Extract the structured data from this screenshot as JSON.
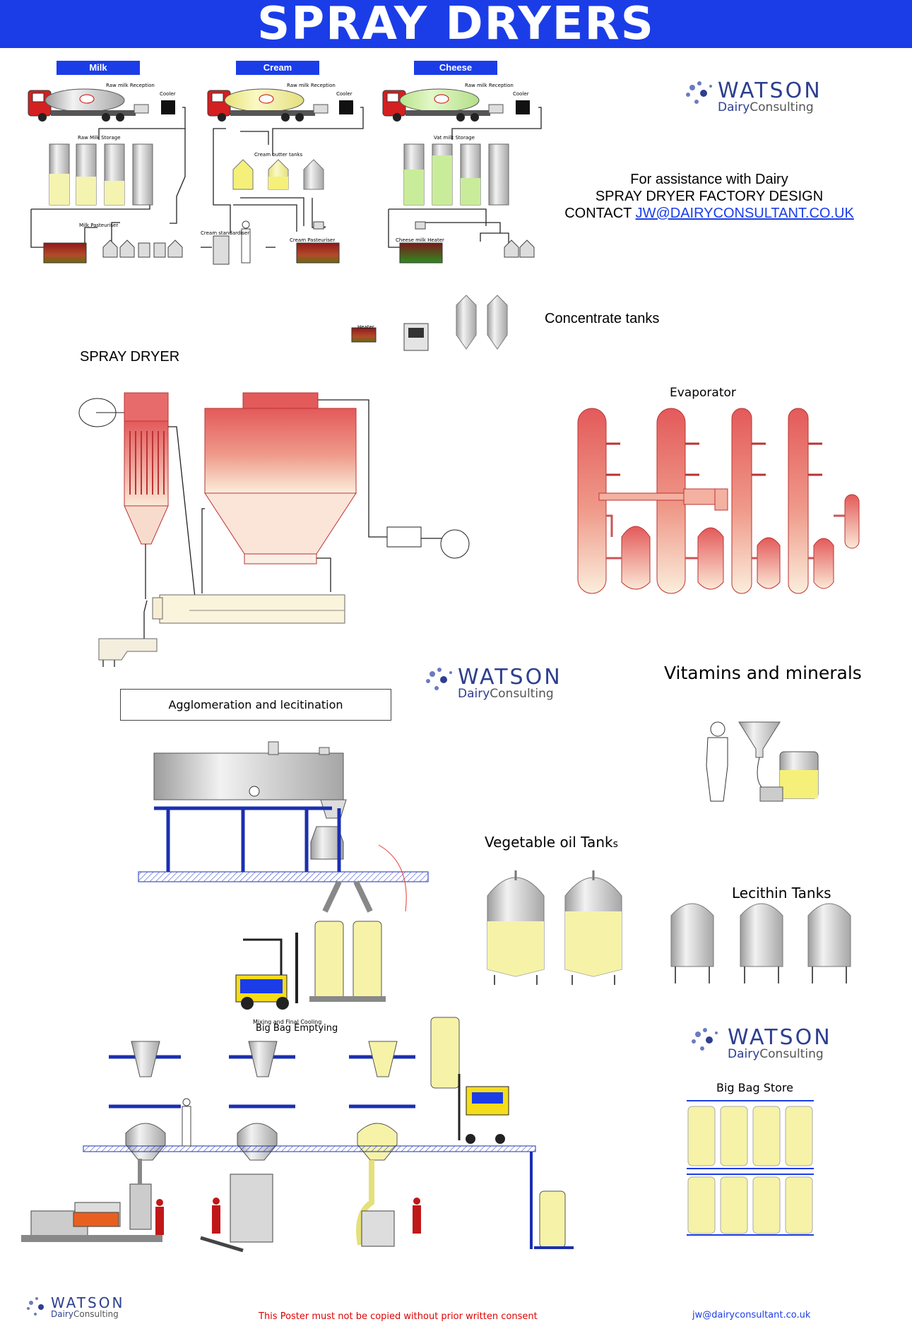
{
  "header": {
    "title": "SPRAY DRYERS"
  },
  "sources": [
    {
      "label": "Milk"
    },
    {
      "label": "Cream"
    },
    {
      "label": "Cheese"
    }
  ],
  "reception": {
    "raw_milk_reception": "Raw milk Reception",
    "cooler": "Cooler",
    "raw_milk_storage": "Raw Milk Storage",
    "cream_butter_tanks": "Cream butter tanks",
    "vat_milk_storage": "Vat milk Storage",
    "milk_pasteuriser": "Milk Pasteuriser",
    "cream_standardiser": "Cream standardiser",
    "cream_pasteuriser": "Cream Pasteuriser",
    "cheese_milk_heater": "Cheese milk Heater",
    "heater": "Heater"
  },
  "logo": {
    "word": "WATSON",
    "sub_bold": "Dairy",
    "sub_light": "Consulting"
  },
  "contact": {
    "line1": "For assistance with Dairy",
    "line2": "SPRAY DRYER FACTORY DESIGN",
    "prefix": "CONTACT ",
    "email": "JW@DAIRYCONSULTANT.CO.UK"
  },
  "labels": {
    "concentrate_tanks": "Concentrate tanks",
    "spray_dryer": "SPRAY DRYER",
    "evaporator": "Evaporator",
    "vitamins": "Vitamins and minerals",
    "agglomeration": "Agglomeration and lecitination",
    "vegetable_oil": "Vegetable oil Tank",
    "vegetable_oil_suffix": "s",
    "lecithin": "Lecithin Tanks",
    "mixing": "Mixing and Final Cooling",
    "big_bag_emptying": "Big Bag Emptying",
    "big_bag_store": "Big Bag Store"
  },
  "footer": {
    "notice": "This Poster must not be copied without prior written consent",
    "email": "jw@dairyconsultant.co.uk"
  },
  "colors": {
    "title_blue": "#1b3de8",
    "dryer_red": "#e86b6b",
    "tank_yellow": "#f6f3a8",
    "tank_green": "#c9ec9b",
    "platform_blue": "#1b2fb0",
    "footer_red": "#e00000"
  }
}
